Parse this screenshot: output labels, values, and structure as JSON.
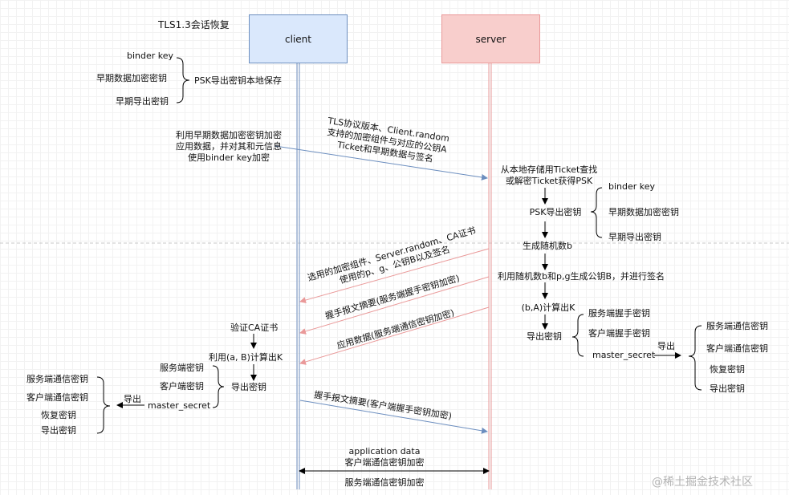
{
  "title": "TLS1.3会话恢复",
  "participants": {
    "client": "client",
    "server": "server"
  },
  "colors": {
    "client_line": "#6c8ebf",
    "server_line": "#ea9999",
    "client_fill": "#dae8fc",
    "server_fill": "#f8cecc"
  },
  "client_side": {
    "keys_top": [
      "binder key",
      "早期数据加密密钥",
      "早期导出密钥"
    ],
    "psk_label": "PSK导出密钥本地保存",
    "early_note": [
      "利用早期数据加密密钥加密",
      "应用数据，并对其和元信息",
      "使用binder key加密"
    ],
    "verify_ca": "验证CA证书",
    "compute_k": "利用(a, B)计算出K",
    "export_key": "导出密钥",
    "derived": [
      "服务端密钥",
      "客户端密钥",
      "master_secret"
    ],
    "export_word": "导出",
    "final_keys": [
      "服务端通信密钥",
      "客户端通信密钥",
      "恢复密钥",
      "导出密钥"
    ]
  },
  "server_side": {
    "lookup": [
      "从本地存储用Ticket查找",
      "或解密Ticket获得PSK"
    ],
    "psk_export": "PSK导出密钥",
    "keys": [
      "binder key",
      "早期数据加密密钥",
      "早期导出密钥"
    ],
    "gen_b": "生成随机数b",
    "gen_B": "利用随机数b和p,g生成公钥B，并进行签名",
    "compute_k": "(b,A)计算出K",
    "export_key": "导出密钥",
    "derived": [
      "服务端握手密钥",
      "客户端握手密钥",
      "master_secret"
    ],
    "export_word": "导出",
    "final_keys": [
      "服务端通信密钥",
      "客户端通信密钥",
      "恢复密钥",
      "导出密钥"
    ]
  },
  "messages": {
    "m1": [
      "TLS协议版本、Client.random",
      "支持的加密组件与对应的公钥A",
      "Ticket和早期数据与签名"
    ],
    "m2": [
      "选用的加密组件、Server.random、CA证书",
      "使用的p、g、公钥B以及签名"
    ],
    "m3": "握手报文摘要(服务端握手密钥加密)",
    "m4": "应用数据(服务端通信密钥加密)",
    "m5": "握手报文摘要(客户端握手密钥加密)",
    "app_data": "application data",
    "client_enc": "客户端通信密钥加密",
    "server_enc": "服务端通信密钥加密"
  },
  "watermark": "@稀土掘金技术社区"
}
